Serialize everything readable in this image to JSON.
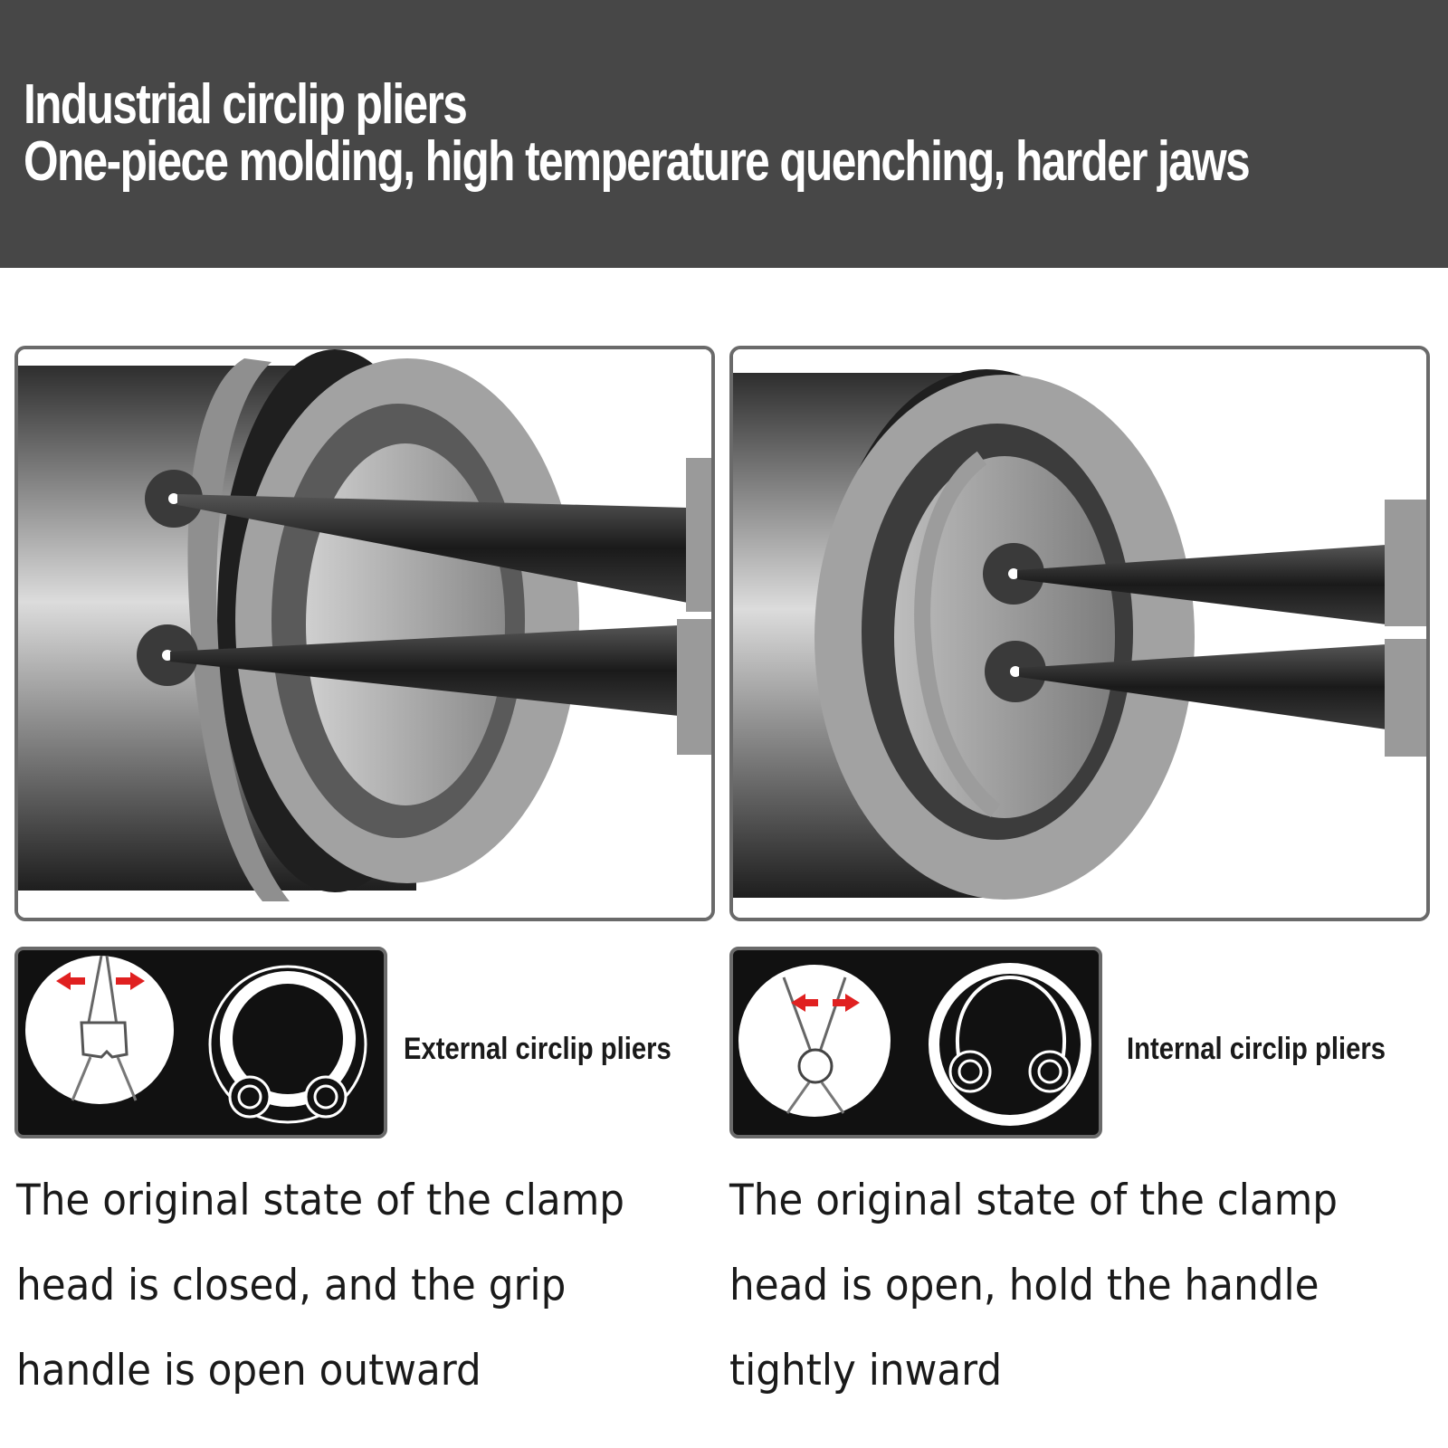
{
  "header": {
    "title": "Industrial circlip pliers",
    "subtitle": "One-piece molding, high temperature quenching, harder jaws"
  },
  "panels": [
    {
      "illustration_icon": "external-circlip-in-groove-icon",
      "diagram_icons": [
        "pliers-spread-outward-icon",
        "external-circlip-ring-icon"
      ],
      "label": "External circlip pliers",
      "description": [
        "The original state of the clamp",
        "head is closed, and the grip",
        "handle is open outward"
      ]
    },
    {
      "illustration_icon": "internal-circlip-in-bore-icon",
      "diagram_icons": [
        "pliers-squeeze-inward-icon",
        "internal-circlip-ring-icon"
      ],
      "label": "Internal circlip pliers",
      "description": [
        "The original state of the clamp",
        "head is open, hold the handle",
        "tightly inward"
      ]
    }
  ],
  "colors": {
    "header_bg": "#474747",
    "arrow_red": "#e02020",
    "pliers_tip": "#222222",
    "ring_gray": "#9a9a9a"
  }
}
